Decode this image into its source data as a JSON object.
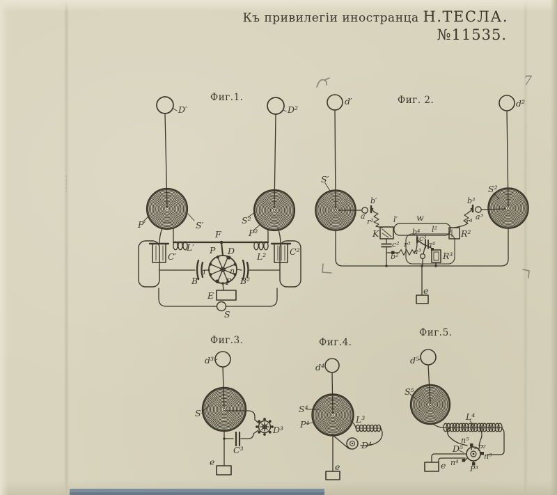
{
  "header": {
    "dedication": "Къ привилегіи иностранца",
    "inventor": "Н.ТЕСЛА.",
    "number": "№11535."
  },
  "pencil_marks": {
    "seven": "7"
  },
  "fig1": {
    "title": "Фиг.1.",
    "labels": {
      "D1": "D′",
      "D2": "D²",
      "P1": "P′",
      "S1": "S′",
      "S2": "S²",
      "P2": "P²",
      "F": "F",
      "L1": "L′",
      "L2": "L²",
      "C1": "C′",
      "C2": "C²",
      "P_top": "P",
      "D_wheel": "D",
      "n_left": "n",
      "n_right": "n",
      "P_bottom": "P",
      "B1": "B′",
      "B2": "B²",
      "E": "E",
      "S": "S"
    }
  },
  "fig2": {
    "title": "Фиг. 2.",
    "labels": {
      "d1": "d′",
      "d2": "d²",
      "S1": "S′",
      "S2": "S²",
      "a1": "a′",
      "b1": "b′",
      "r2": "r²",
      "K": "K",
      "l1": "l′",
      "w": "w",
      "l2": "l²",
      "R2": "R²",
      "r4": "r⁴",
      "b3": "b³",
      "a3": "a³",
      "c2": "c²",
      "b2": "b²",
      "r3": "r³",
      "b4": "b⁴",
      "c3": "c³",
      "a3_inner": "a³",
      "a4": "a⁴",
      "R3": "R³",
      "e": "e"
    }
  },
  "fig3": {
    "title": "Фиг.3.",
    "labels": {
      "d3": "d³",
      "S3": "S³",
      "D3": "D³",
      "C3": "C³",
      "e": "e"
    }
  },
  "fig4": {
    "title": "Фиг.4.",
    "labels": {
      "d4": "d⁴",
      "S4": "S⁴",
      "P4": "P⁴",
      "L3": "L³",
      "D4": "D⁴",
      "e": "e"
    }
  },
  "fig5": {
    "title": "Фиг.5.",
    "labels": {
      "d5": "d⁵",
      "S5": "S⁵",
      "L4": "L⁴",
      "n_top": "n⁵",
      "D5": "D⁵",
      "P2": "P²",
      "n_right": "n⁵",
      "n4": "n⁴",
      "P3": "P³",
      "e": "e"
    }
  },
  "colors": {
    "paper": "#d9d4bd",
    "ink": "#3a362b",
    "pencil": "#8b8374",
    "bottom_strip": "#7e8c9c"
  }
}
